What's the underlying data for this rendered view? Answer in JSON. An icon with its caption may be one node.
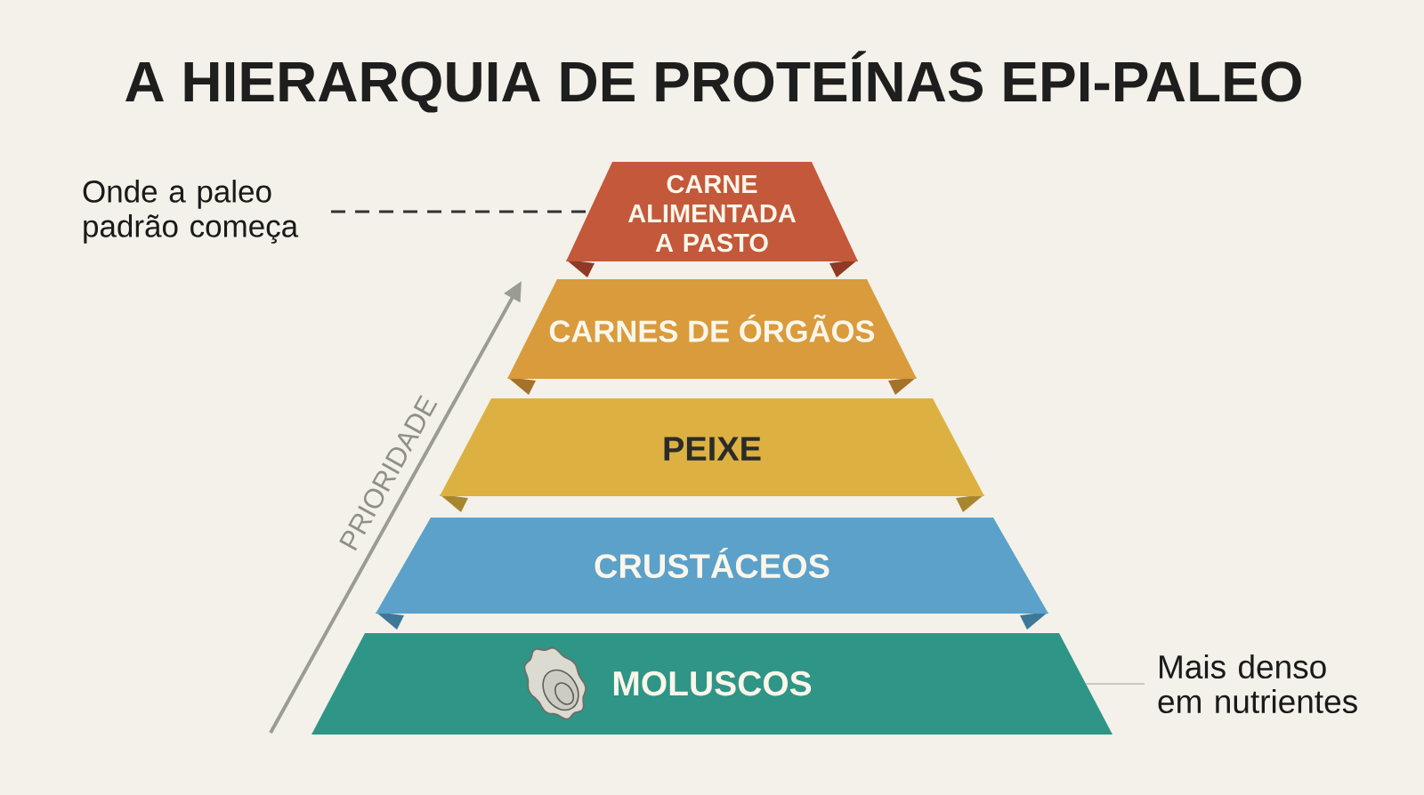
{
  "diagram": {
    "title": "A HIERARQUIA DE PROTEÍNAS EPI-PALEO",
    "nodes": [
      {
        "text": [
          "Onde a paleo padrão começa"
        ]
      },
      {
        "text": [
          "CARNE ALIMENTADA A PASTO"
        ]
      },
      {
        "text": [
          "CARNES DE ÓRGÃOS"
        ]
      },
      {
        "text": [
          "PEIXE"
        ]
      },
      {
        "text": [
          "CRUSTÁCEOS"
        ]
      },
      {
        "text": [
          "MOLUSCOS"
        ]
      },
      {
        "text": [
          "Mais denso em nutrientes"
        ]
      }
    ],
    "edges": [
      {
        "from": 0,
        "to": 1,
        "arrow": "none",
        "style": "dashed"
      },
      {
        "from": 6,
        "to": 5,
        "arrow": "none",
        "color": "#c9c9c0"
      }
    ],
    "labels": [
      "PRIORIDADE"
    ]
  }
}
